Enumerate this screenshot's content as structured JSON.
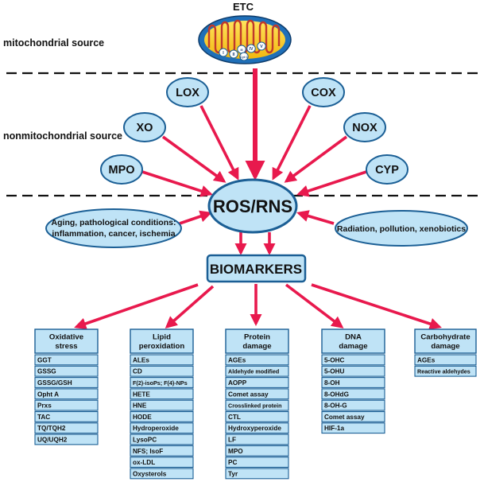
{
  "etc_label": "ETC",
  "mito_numerals": [
    "I",
    "II",
    "III",
    "IV",
    "Cyt C",
    "V"
  ],
  "sections": {
    "mitochondrial": "mitochondrial source",
    "nonmitochondrial": "nonmitochondrial source"
  },
  "enzymes": [
    "LOX",
    "COX",
    "XO",
    "NOX",
    "MPO",
    "CYP"
  ],
  "center": "ROS/RNS",
  "factors": {
    "left": [
      "Aging, pathological conditions:",
      "inflammation, cancer, ischemia"
    ],
    "right": [
      "Radiation, pollution, xenobiotics"
    ]
  },
  "biomarkers": "BIOMARKERS",
  "categories": [
    {
      "title": [
        "Oxidative",
        "stress"
      ],
      "items": [
        "GGT",
        "GSSG",
        "GSSG/GSH",
        "Opht A",
        "Prxs",
        "TAC",
        "TQ/TQH2",
        "UQ/UQH2"
      ]
    },
    {
      "title": [
        "Lipid",
        "peroxidation"
      ],
      "items": [
        "ALEs",
        "CD",
        "F(2)-isoPs; F(4)-NPs",
        "HETE",
        "HNE",
        "HODE",
        "Hydroperoxide",
        "LysoPC",
        "NFS; IsoF",
        "ox-LDL",
        "Oxysterols"
      ]
    },
    {
      "title": [
        "Protein",
        "damage"
      ],
      "items": [
        "AGEs",
        "Aldehyde modified",
        "AOPP",
        "Comet assay",
        "Crosslinked protein",
        "CTL",
        "Hydroxyperoxide",
        "LF",
        "MPO",
        "PC",
        "Tyr"
      ]
    },
    {
      "title": [
        "DNA",
        "damage"
      ],
      "items": [
        "5-OHC",
        "5-OHU",
        "8-OH",
        "8-OHdG",
        "8-OH-G",
        "Comet assay",
        "HIF-1a"
      ]
    },
    {
      "title": [
        "Carbohydrate",
        "damage"
      ],
      "items": [
        "AGEs",
        "Reactive aldehydes"
      ]
    }
  ],
  "colors": {
    "arrow": "#e8194d",
    "ellipse_fill": "#bfe3f6",
    "ellipse_stroke": "#1b5f95",
    "box_fill": "#bfe3f6",
    "box_stroke": "#1b5f95",
    "mito_outer": "#1f6fb8",
    "mito_inner": "#f7d21c"
  }
}
